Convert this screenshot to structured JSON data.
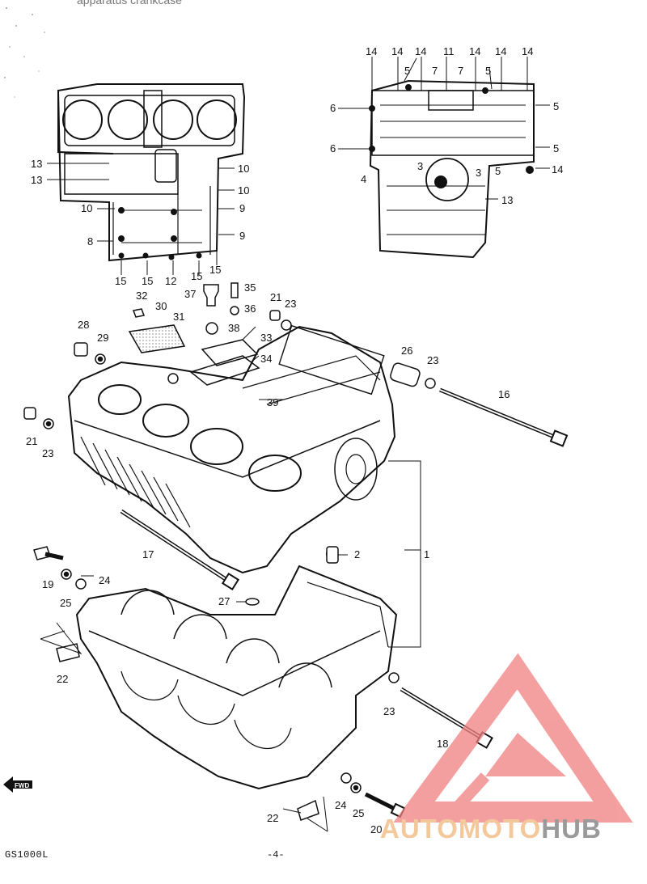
{
  "header": {
    "partial_title": "apparatus crankcase"
  },
  "footer": {
    "model": "GS1000L",
    "page": "-4-"
  },
  "watermark": {
    "word_a": "AUTOMOTO",
    "word_b": "HUB",
    "color_a": "#f3c89a",
    "color_b": "#9a9a9a",
    "logo_color": "#f08080"
  },
  "forward_marker": {
    "icon": "fwd-arrow-icon",
    "text": "FWD"
  },
  "callouts": {
    "c1": "1",
    "c2": "2",
    "c3": "3",
    "c4": "4",
    "c5": "5",
    "c6": "6",
    "c7": "7",
    "c8": "8",
    "c9": "9",
    "c10": "10",
    "c11": "11",
    "c12": "12",
    "c13": "13",
    "c14": "14",
    "c15": "15",
    "c16": "16",
    "c17": "17",
    "c18": "18",
    "c19": "19",
    "c20": "20",
    "c21": "21",
    "c22": "22",
    "c23": "23",
    "c24": "24",
    "c25": "25",
    "c26": "26",
    "c27": "27",
    "c28": "28",
    "c29": "29",
    "c30": "30",
    "c31": "31",
    "c32": "32",
    "c33": "33",
    "c34": "34",
    "c35": "35",
    "c36": "36",
    "c37": "37",
    "c38": "38",
    "c39": "39"
  }
}
